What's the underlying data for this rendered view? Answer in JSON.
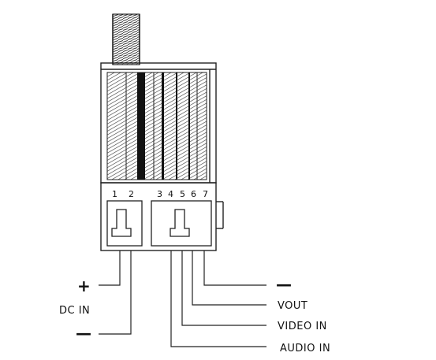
{
  "pins": [
    "1",
    "2",
    "3",
    "4",
    "5",
    "6",
    "7"
  ],
  "dc": {
    "plus": "+",
    "label": "DC IN",
    "minus": "—"
  },
  "outputs": {
    "ground": "—",
    "vout": "VOUT",
    "video_in": "VIDEO IN",
    "audio_in": "AUDIO IN"
  }
}
